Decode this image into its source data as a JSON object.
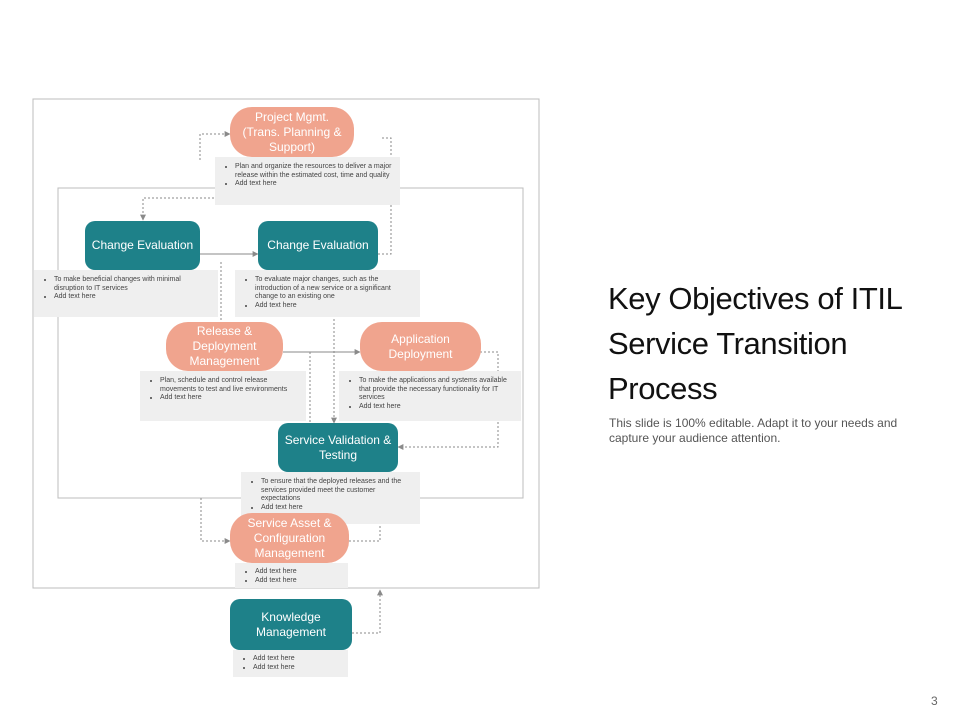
{
  "title": "Key Objectives of ITIL Service Transition Process",
  "subtitle": "This slide is 100% editable. Adapt it to your needs and capture your audience attention.",
  "page_number": "3",
  "colors": {
    "salmon": "#f0a48e",
    "teal": "#1e8189",
    "note_bg": "#efefef",
    "line": "#8a8a8a"
  },
  "nodes": {
    "project_mgmt": {
      "label": "Project Mgmt. (Trans. Planning & Support)",
      "bullets": [
        "Plan and organize the resources to deliver a major release within the estimated cost, time and quality",
        "Add text here"
      ]
    },
    "change_eval_left": {
      "label": "Change Evaluation",
      "bullets": [
        "To make beneficial changes with minimal disruption to IT services",
        "Add text here"
      ]
    },
    "change_eval_right": {
      "label": "Change Evaluation",
      "bullets": [
        "To evaluate major changes, such as the introduction of a new service or a significant change to an existing one",
        "Add text here"
      ]
    },
    "release_deploy": {
      "label": "Release & Deployment Management",
      "bullets": [
        "Plan, schedule and control release movements to test and live environments",
        "Add text here"
      ]
    },
    "app_deploy": {
      "label": "Application Deployment",
      "bullets": [
        "To make the applications and systems available that provide the necessary functionality for IT services",
        "Add text here"
      ]
    },
    "service_validation": {
      "label": "Service Validation & Testing",
      "bullets": [
        "To ensure that the deployed releases and the services provided meet the customer expectations",
        "Add text here"
      ]
    },
    "service_asset": {
      "label": "Service Asset & Configuration Management",
      "bullets": [
        "Add text here",
        "Add text here"
      ]
    },
    "knowledge": {
      "label": "Knowledge Management",
      "bullets": [
        "Add text here",
        "Add text here"
      ]
    }
  }
}
